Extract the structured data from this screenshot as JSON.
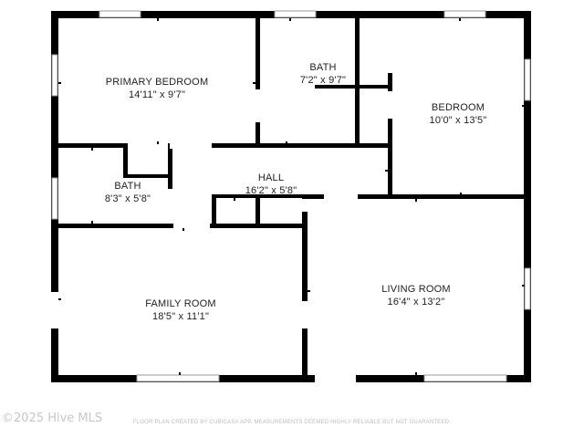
{
  "rooms": {
    "primary_bedroom": {
      "name": "PRIMARY BEDROOM",
      "dims": "14'11\" x 9'7\""
    },
    "bath_upper": {
      "name": "BATH",
      "dims": "7'2\" x 9'7\""
    },
    "bedroom": {
      "name": "BEDROOM",
      "dims": "10'0\" x 13'5\""
    },
    "bath_left": {
      "name": "BATH",
      "dims": "8'3\" x 5'8\""
    },
    "hall": {
      "name": "HALL",
      "dims": "16'2\" x 5'8\""
    },
    "family_room": {
      "name": "FAMILY ROOM",
      "dims": "18'5\" x 11'1\""
    },
    "living_room": {
      "name": "LIVING ROOM",
      "dims": "16'4\" x 13'2\""
    }
  },
  "watermark": "©2025 Hive MLS",
  "disclaimer": "FLOOR PLAN CREATED BY CUBICASA APP. MEASUREMENTS DEEMED HIGHLY RELIABLE BUT NOT GUARANTEED.",
  "colors": {
    "wall": "#000000",
    "window": "#9a9a9a",
    "background": "#ffffff"
  }
}
